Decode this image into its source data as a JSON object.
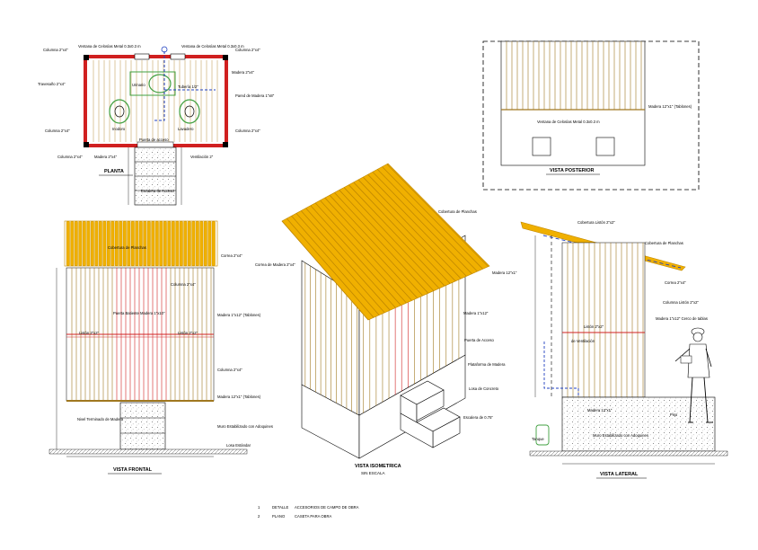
{
  "views": {
    "plan_title": "PLANTA",
    "rear_title": "VISTA POSTERIOR",
    "front_title": "VISTA FRONTAL",
    "iso_title": "VISTA ISOMETRICA",
    "iso_subtitle": "SIN ESCALA",
    "side_title": "VISTA LATERAL"
  },
  "plan_labels": {
    "a": "Columna 2\"x4\"",
    "b": "Ventana de Celosías Metal 0.3x0.3 m",
    "c": "Ventana de Celosías Metal 0.3x0.3 m",
    "d": "Columna 2\"x4\"",
    "e": "Travesaño 2\"x4\"",
    "f": "Urinario",
    "g": "Tubería 1/2\"",
    "h": "Inodoro",
    "i": "Lavadero",
    "j": "Puerta de acceso",
    "k": "Madera 2\"x4\"",
    "l": "Columna 2\"x4\"",
    "m": "Columna 2\"x4\"",
    "n": "Escalera de Acceso",
    "o": "Pared de Madera 1\"x8\"",
    "p": "Columna 2\"x4\"",
    "q": "Ventilación 2\"",
    "r": "Madera 2\"x4\""
  },
  "rear_labels": {
    "a": "Ventana de Celosías Metal 0.3x0.3 m",
    "b": "Madera 12\"x1\" (Tablones)"
  },
  "front_labels": {
    "a": "Cobertura de Planchas",
    "b": "Correa 2\"x4\"",
    "c": "Columna 2\"x4\"",
    "d": "Puerta Batiente Madera 1\"x10\"",
    "e": "Madera 1\"x12\" (Tablones)",
    "f": "Listón 2\"x2\"",
    "g": "Listón 2\"x2\"",
    "h": "Columna 2\"x4\"",
    "i": "Madera 12\"x1\" (Tablones)",
    "j": "Nivel Terminado de Madera",
    "k": "Muro Estabilizado con Adoquines",
    "l": "Losa Estándar"
  },
  "iso_labels": {
    "a": "Cobertura de Planchas",
    "b": "Correa de Madera 2\"x4\"",
    "c": "Madera 1\"x12\"",
    "d": "Madera 12\"x1\"",
    "e": "Puerta de Acceso",
    "f": "Plataforma de Madera",
    "g": "Losa de Concreto",
    "h": "Escalera de 0.75\""
  },
  "side_labels": {
    "a": "Cobertura Listón 2\"x2\"",
    "b": "Cobertura de Planchas",
    "c": "Correa 2\"x4\"",
    "d": "Columna Listón 2\"x2\"",
    "e": "Madera 1\"x12\" Cerco de tablas",
    "f": "Listón 2\"x2\"",
    "g": "de Ventilación",
    "h": "Madera 12\"x1\"",
    "i": "Muro Estabilizado con Adoquines",
    "j": "Piso",
    "k": "Tanque"
  },
  "notes": {
    "n1_num": "1",
    "n1_text": "DETALLE",
    "n1_desc": "ACCESORIOS DE CAMPO DE OBRA",
    "n2_num": "2",
    "n2_text": "PLANO",
    "n2_desc": "CASETA PARA OBRA"
  },
  "colors": {
    "roof": "#f0b000",
    "roof_dark": "#c08800",
    "wall": "#a07820",
    "wall_red": "#d02020",
    "pipe": "#2040c0",
    "plan_green": "#40a040",
    "ink": "#000000"
  }
}
